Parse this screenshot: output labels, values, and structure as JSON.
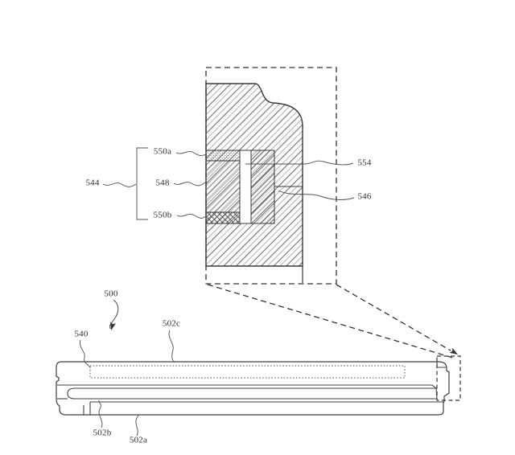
{
  "title": "Patent drawing - device cross-section with magnified detail",
  "colors": {
    "background": "#ffffff",
    "line": "#3f3f3f",
    "hatch_dark": "#6e6e6e",
    "hatch_light": "#a9a9a9",
    "text": "#2e2e2e"
  },
  "detail_view": {
    "description": "magnified cross-section inside dashed boundary",
    "labels": {
      "stack_group": "544",
      "stack_top_layer": "550a",
      "stack_middle_layer": "548",
      "stack_bottom_layer": "550b",
      "post": "554",
      "lower_housing": "546"
    }
  },
  "device_view": {
    "description": "device side profile with zoom region at right end",
    "labels": {
      "assembly": "500",
      "internal_component": "540",
      "top_cover": "502c",
      "middle_layer": "502b",
      "back_cover": "502a"
    }
  }
}
